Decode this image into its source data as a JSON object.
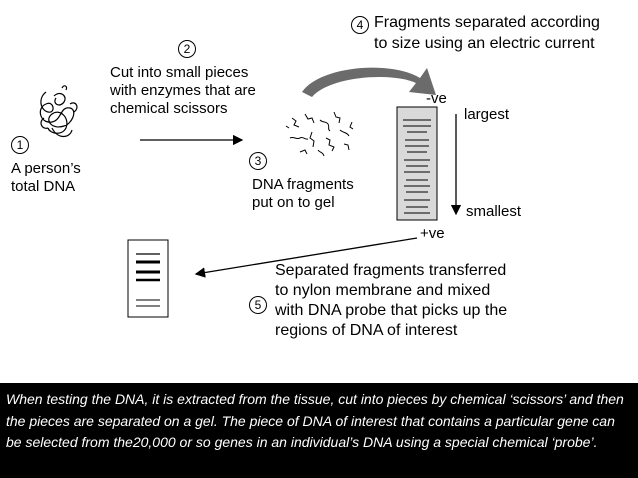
{
  "steps": [
    {
      "number": "1",
      "label_lines": [
        "A person’s",
        "total DNA"
      ]
    },
    {
      "number": "2",
      "label_lines": [
        "Cut into small pieces",
        "with enzymes that are",
        "chemical scissors"
      ]
    },
    {
      "number": "3",
      "label_lines": [
        "DNA fragments",
        "put on to gel"
      ]
    },
    {
      "number": "4",
      "label_lines": [
        "Fragments separated according",
        "to size using an electric current"
      ]
    },
    {
      "number": "5",
      "label_lines": [
        "Separated fragments transferred",
        "to nylon membrane and mixed",
        "with DNA probe that picks up the",
        "regions of DNA of interest"
      ]
    }
  ],
  "gel": {
    "negative_label": "-ve",
    "positive_label": "+ve",
    "largest_label": "largest",
    "smallest_label": "smallest"
  },
  "caption": "When testing the DNA, it is extracted from the tissue, cut into pieces by chemical ‘scissors’ and then the pieces are separated on a gel. The piece of DNA of interest that contains a particular gene can be selected from the20,000 or so genes in an individual’s DNA using a special chemical ‘probe’.",
  "colors": {
    "ink": "#000000",
    "arrow_gray": "#6b6b6b",
    "gel_fill": "#d9d9d9",
    "caption_bg": "#000000",
    "caption_text": "#ffffff"
  }
}
